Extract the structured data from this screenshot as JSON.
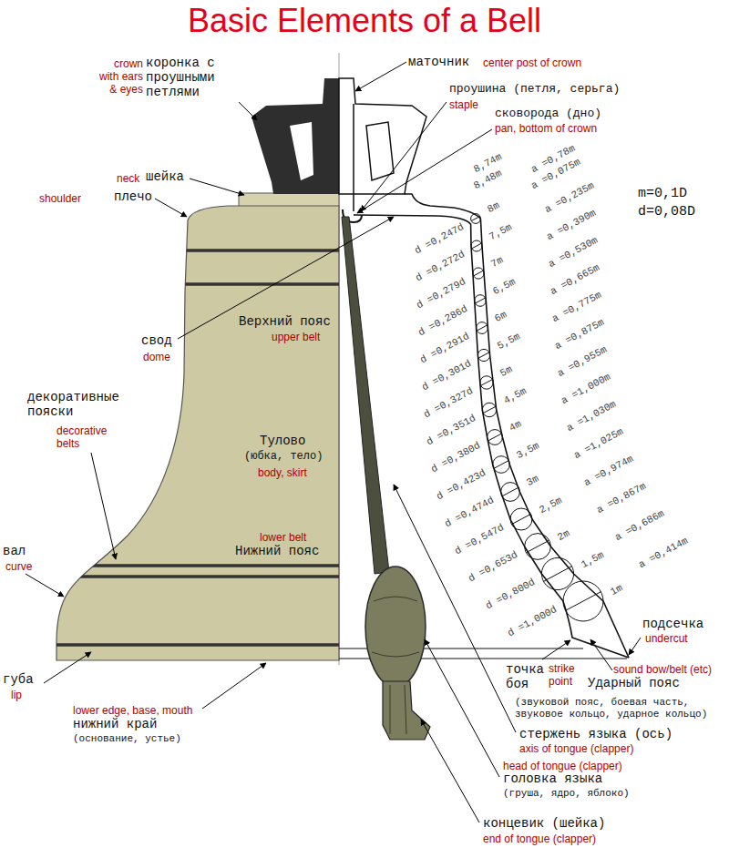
{
  "diagram": {
    "title": "Basic Elements of a Bell",
    "labels": [
      "crown with ears & eyes",
      "коронка с проушными петлями",
      "маточник",
      "center post of crown",
      "проушина (петля, серьга)",
      "staple",
      "сковорода (дно)",
      "pan, bottom of crown",
      "m=0,1D",
      "d=0,08D",
      "neck",
      "шейка",
      "shoulder",
      "плечо",
      "Верхний пояс",
      "upper belt",
      "свод",
      "dome",
      "декоративные пояски",
      "decorative belts",
      "Тулово",
      "(юбка, тело)",
      "body, skirt",
      "lower belt",
      "Нижний пояс",
      "вал",
      "curve",
      "губа",
      "lip",
      "lower edge, base, mouth",
      "нижний край",
      "(основание, устье)",
      "подсечка",
      "undercut",
      "точка боя",
      "strike point",
      "sound bow/belt (etc)",
      "Ударный пояс",
      "(звуковой пояс, боевая часть, звуковое кольцо, ударное кольцо)",
      "стержень языка (ось)",
      "axis of tongue (clapper)",
      "head of tongue (clapper)",
      "головка языка",
      "(груша, ядро, яблоко)",
      "концевик (шейка)",
      "end of tongue (clapper)",
      "8,74m",
      "8,48m",
      "8m",
      "7,5m",
      "7m",
      "6,5m",
      "6m",
      "5,5m",
      "5m",
      "4,5m",
      "4m",
      "3,5m",
      "3m",
      "2,5m",
      "2m",
      "1,5m",
      "1m",
      "d =0,247d",
      "d =0,272d",
      "d =0,279d",
      "d =0,286d",
      "d =0,291d",
      "d =0,301d",
      "d =0,327d",
      "d =0,351d",
      "d =0,380d",
      "d =0,423d",
      "d =0,474d",
      "d =0,547d",
      "d =0,653d",
      "d =0,800d",
      "d =1,000d",
      "a =0,78m",
      "a =0,075m",
      "a =0,235m",
      "a =0,390m",
      "a =0,530m",
      "a =0,665m",
      "a =0,775m",
      "a =0,875m",
      "a =0,955m",
      "a =1,000m",
      "a =1,030m",
      "a =1,025m",
      "a =0,974m",
      "a =0,867m",
      "a =0,686m",
      "a =0,414m"
    ]
  }
}
